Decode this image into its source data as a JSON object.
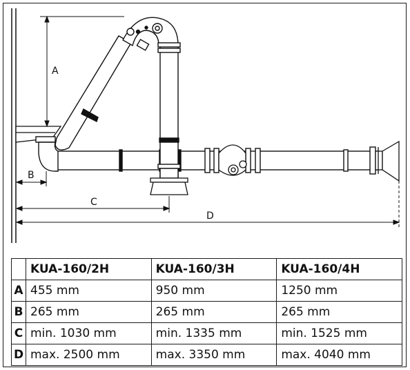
{
  "dimensions": {
    "A": "A",
    "B": "B",
    "C": "C",
    "D": "D"
  },
  "table": {
    "headers": [
      "KUA-160/2H",
      "KUA-160/3H",
      "KUA-160/4H"
    ],
    "rows": [
      {
        "key": "A",
        "values": [
          "455 mm",
          "950 mm",
          "1250 mm"
        ]
      },
      {
        "key": "B",
        "values": [
          "265 mm",
          "265 mm",
          "265 mm"
        ]
      },
      {
        "key": "C",
        "values": [
          "min. 1030 mm",
          "min. 1335 mm",
          "min. 1525 mm"
        ]
      },
      {
        "key": "D",
        "values": [
          "max. 2500 mm",
          "max. 3350 mm",
          "max. 4040 mm"
        ]
      }
    ]
  }
}
